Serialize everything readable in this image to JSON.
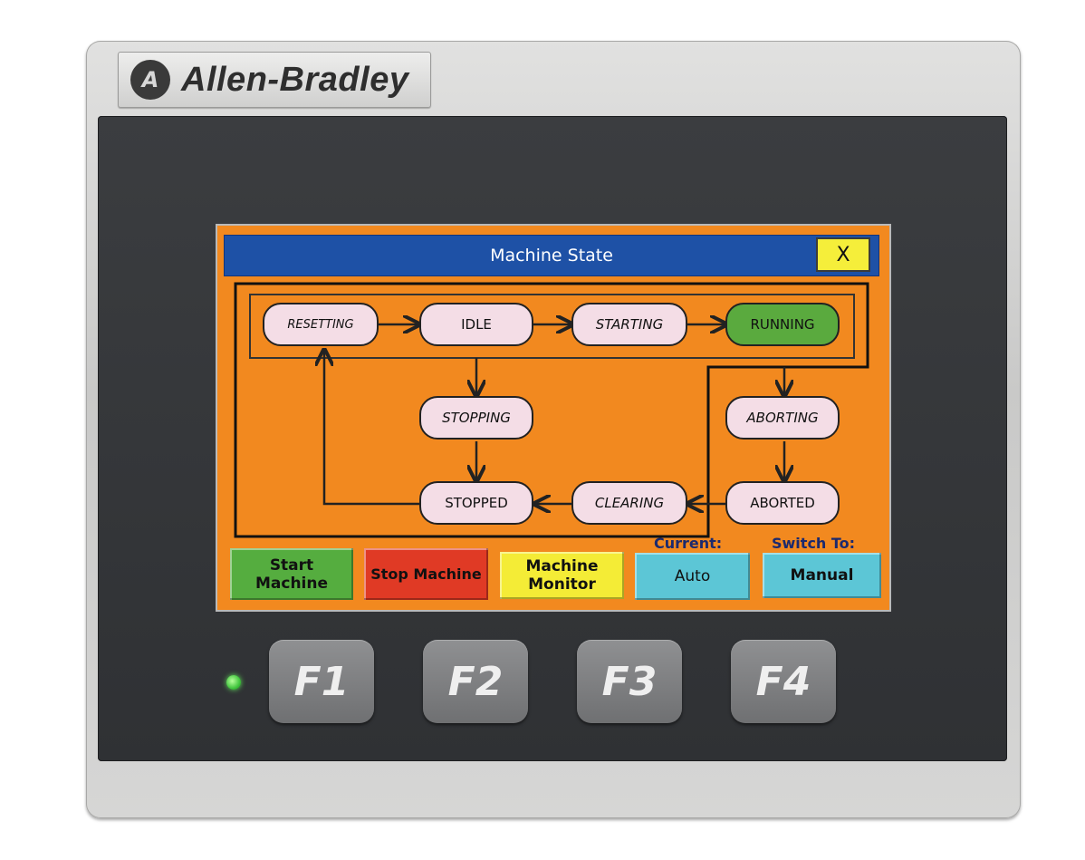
{
  "brand": {
    "logo_letter": "A",
    "name": "Allen-Bradley"
  },
  "screen": {
    "title": "Machine State",
    "close_label": "X",
    "colors": {
      "background": "#f2891f",
      "titlebar": "#1e51a6",
      "running": "#5aaa3e"
    }
  },
  "states": {
    "resetting": "RESETTING",
    "idle": "IDLE",
    "starting": "STARTING",
    "running": "RUNNING",
    "stopping": "STOPPING",
    "aborting": "ABORTING",
    "stopped": "STOPPED",
    "clearing": "CLEARING",
    "aborted": "ABORTED"
  },
  "controls": {
    "start_machine": "Start Machine",
    "stop_machine": "Stop Machine",
    "machine_monitor": "Machine Monitor",
    "current_label": "Current:",
    "current_value": "Auto",
    "switch_label": "Switch To:",
    "switch_value": "Manual"
  },
  "function_keys": [
    "F1",
    "F2",
    "F3",
    "F4"
  ]
}
